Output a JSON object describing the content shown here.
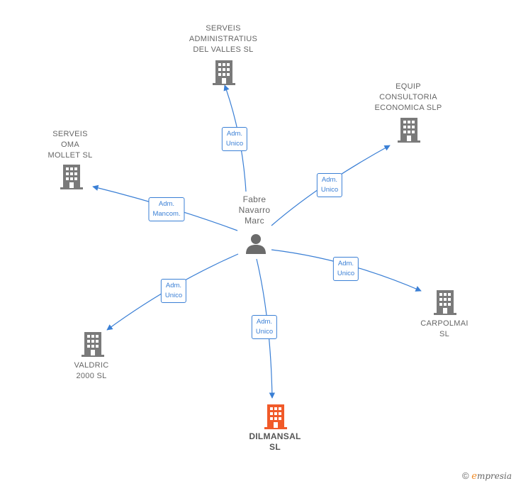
{
  "colors": {
    "edge": "#3a7fd5",
    "company_icon": "#7a7a7a",
    "highlight_icon": "#f15a29",
    "person_icon": "#6b6b6b"
  },
  "center": {
    "name": "Fabre\nNavarro\nMarc",
    "icon": "person-icon"
  },
  "companies": [
    {
      "id": "serveis-administratius",
      "name": "SERVEIS\nADMINISTRATIUS\nDEL VALLES SL",
      "icon": "building-icon",
      "highlight": false
    },
    {
      "id": "equip-consultoria",
      "name": "EQUIP\nCONSULTORIA\nECONOMICA SLP",
      "icon": "building-icon",
      "highlight": false
    },
    {
      "id": "serveis-oma",
      "name": "SERVEIS\nOMA\nMOLLET  SL",
      "icon": "building-icon",
      "highlight": false
    },
    {
      "id": "carpolmai",
      "name": "CARPOLMAI\nSL",
      "icon": "building-icon",
      "highlight": false
    },
    {
      "id": "valdric",
      "name": "VALDRIC\n2000  SL",
      "icon": "building-icon",
      "highlight": false
    },
    {
      "id": "dilmansal",
      "name": "DILMANSAL\nSL",
      "icon": "building-icon",
      "highlight": true
    }
  ],
  "edges": [
    {
      "to": "serveis-administratius",
      "label": "Adm.\nUnico"
    },
    {
      "to": "equip-consultoria",
      "label": "Adm.\nUnico"
    },
    {
      "to": "serveis-oma",
      "label": "Adm.\nMancom."
    },
    {
      "to": "carpolmai",
      "label": "Adm.\nUnico"
    },
    {
      "to": "valdric",
      "label": "Adm.\nUnico"
    },
    {
      "to": "dilmansal",
      "label": "Adm.\nUnico"
    }
  ],
  "footer": {
    "copyright_symbol": "©",
    "brand_initial": "e",
    "brand_rest": "mpresia"
  }
}
